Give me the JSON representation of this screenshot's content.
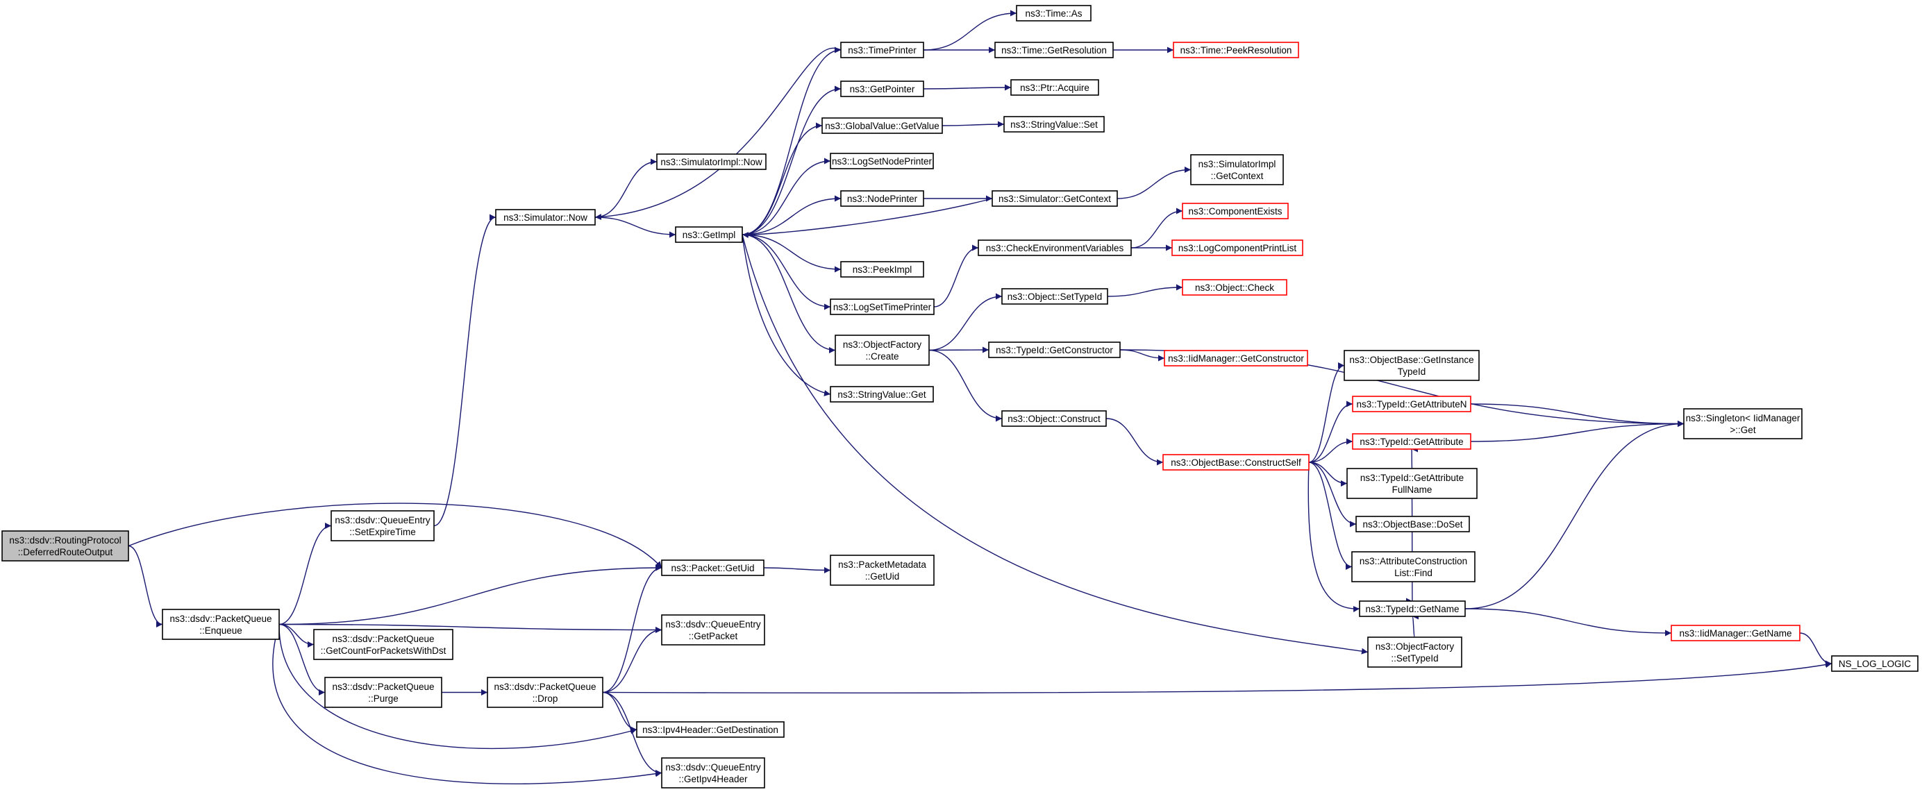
{
  "graph_title": "",
  "colors": {
    "edge": "#191970",
    "node_border": "#000000",
    "external_border": "#ff0000",
    "root_fill": "#bfbfbf",
    "background": "#ffffff"
  },
  "nodes": [
    {
      "id": "root",
      "lines": [
        "ns3::dsdv::RoutingProtocol",
        "::DeferredRouteOutput"
      ],
      "kind": "root"
    },
    {
      "id": "enqueue",
      "lines": [
        "ns3::dsdv::PacketQueue",
        "::Enqueue"
      ],
      "kind": "normal"
    },
    {
      "id": "setexpire",
      "lines": [
        "ns3::dsdv::QueueEntry",
        "::SetExpireTime"
      ],
      "kind": "normal"
    },
    {
      "id": "getcount",
      "lines": [
        "ns3::dsdv::PacketQueue",
        "::GetCountForPacketsWithDst"
      ],
      "kind": "normal"
    },
    {
      "id": "purge",
      "lines": [
        "ns3::dsdv::PacketQueue",
        "::Purge"
      ],
      "kind": "normal"
    },
    {
      "id": "simnow",
      "lines": [
        "ns3::Simulator::Now"
      ],
      "kind": "normal"
    },
    {
      "id": "drop",
      "lines": [
        "ns3::dsdv::PacketQueue",
        "::Drop"
      ],
      "kind": "normal"
    },
    {
      "id": "simimplnow",
      "lines": [
        "ns3::SimulatorImpl::Now"
      ],
      "kind": "normal"
    },
    {
      "id": "getimpl",
      "lines": [
        "ns3::GetImpl"
      ],
      "kind": "normal"
    },
    {
      "id": "packetgetuid",
      "lines": [
        "ns3::Packet::GetUid"
      ],
      "kind": "normal"
    },
    {
      "id": "qegetpacket",
      "lines": [
        "ns3::dsdv::QueueEntry",
        "::GetPacket"
      ],
      "kind": "normal"
    },
    {
      "id": "ipv4getdest",
      "lines": [
        "ns3::Ipv4Header::GetDestination"
      ],
      "kind": "normal"
    },
    {
      "id": "qegetipv4",
      "lines": [
        "ns3::dsdv::QueueEntry",
        "::GetIpv4Header"
      ],
      "kind": "normal"
    },
    {
      "id": "timeprinter",
      "lines": [
        "ns3::TimePrinter"
      ],
      "kind": "normal"
    },
    {
      "id": "getpointer",
      "lines": [
        "ns3::GetPointer"
      ],
      "kind": "normal"
    },
    {
      "id": "gvgetvalue",
      "lines": [
        "ns3::GlobalValue::GetValue"
      ],
      "kind": "normal"
    },
    {
      "id": "logsetnodeprinter",
      "lines": [
        "ns3::LogSetNodePrinter"
      ],
      "kind": "normal"
    },
    {
      "id": "nodeprinter",
      "lines": [
        "ns3::NodePrinter"
      ],
      "kind": "normal"
    },
    {
      "id": "peekimpl",
      "lines": [
        "ns3::PeekImpl"
      ],
      "kind": "normal"
    },
    {
      "id": "logsettimeprinter",
      "lines": [
        "ns3::LogSetTimePrinter"
      ],
      "kind": "normal"
    },
    {
      "id": "ofcreate",
      "lines": [
        "ns3::ObjectFactory",
        "::Create"
      ],
      "kind": "normal"
    },
    {
      "id": "svget",
      "lines": [
        "ns3::StringValue::Get"
      ],
      "kind": "normal"
    },
    {
      "id": "pmgetuid",
      "lines": [
        "ns3::PacketMetadata",
        "::GetUid"
      ],
      "kind": "normal"
    },
    {
      "id": "timeas",
      "lines": [
        "ns3::Time::As"
      ],
      "kind": "normal"
    },
    {
      "id": "timegetres",
      "lines": [
        "ns3::Time::GetResolution"
      ],
      "kind": "normal"
    },
    {
      "id": "ptracquire",
      "lines": [
        "ns3::Ptr::Acquire"
      ],
      "kind": "normal"
    },
    {
      "id": "svset",
      "lines": [
        "ns3::StringValue::Set"
      ],
      "kind": "normal"
    },
    {
      "id": "simgetctx",
      "lines": [
        "ns3::Simulator::GetContext"
      ],
      "kind": "normal"
    },
    {
      "id": "checkenv",
      "lines": [
        "ns3::CheckEnvironmentVariables"
      ],
      "kind": "normal"
    },
    {
      "id": "objsettypeid",
      "lines": [
        "ns3::Object::SetTypeId"
      ],
      "kind": "normal"
    },
    {
      "id": "tidgetctor",
      "lines": [
        "ns3::TypeId::GetConstructor"
      ],
      "kind": "normal"
    },
    {
      "id": "objconstruct",
      "lines": [
        "ns3::Object::Construct"
      ],
      "kind": "normal"
    },
    {
      "id": "ofsettypeid",
      "lines": [
        "ns3::ObjectFactory",
        "::SetTypeId"
      ],
      "kind": "normal"
    },
    {
      "id": "timepeekres",
      "lines": [
        "ns3::Time::PeekResolution"
      ],
      "kind": "ext"
    },
    {
      "id": "simimplgetctx",
      "lines": [
        "ns3::SimulatorImpl",
        "::GetContext"
      ],
      "kind": "normal"
    },
    {
      "id": "compexists",
      "lines": [
        "ns3::ComponentExists"
      ],
      "kind": "ext"
    },
    {
      "id": "logcompprint",
      "lines": [
        "ns3::LogComponentPrintList"
      ],
      "kind": "ext"
    },
    {
      "id": "objcheck",
      "lines": [
        "ns3::Object::Check"
      ],
      "kind": "ext"
    },
    {
      "id": "iidgetctor",
      "lines": [
        "ns3::IidManager::GetConstructor"
      ],
      "kind": "ext"
    },
    {
      "id": "obconstructself",
      "lines": [
        "ns3::ObjectBase::ConstructSelf"
      ],
      "kind": "ext"
    },
    {
      "id": "obgetinst",
      "lines": [
        "ns3::ObjectBase::GetInstance",
        "TypeId"
      ],
      "kind": "normal"
    },
    {
      "id": "tidgetattrn",
      "lines": [
        "ns3::TypeId::GetAttributeN"
      ],
      "kind": "ext"
    },
    {
      "id": "tidgetattr",
      "lines": [
        "ns3::TypeId::GetAttribute"
      ],
      "kind": "ext"
    },
    {
      "id": "tidgetattrfull",
      "lines": [
        "ns3::TypeId::GetAttribute",
        "FullName"
      ],
      "kind": "normal"
    },
    {
      "id": "obdoset",
      "lines": [
        "ns3::ObjectBase::DoSet"
      ],
      "kind": "normal"
    },
    {
      "id": "acfind",
      "lines": [
        "ns3::AttributeConstruction",
        "List::Find"
      ],
      "kind": "normal"
    },
    {
      "id": "tidgetname",
      "lines": [
        "ns3::TypeId::GetName"
      ],
      "kind": "normal"
    },
    {
      "id": "singletonget",
      "lines": [
        "ns3::Singleton< IidManager",
        ">::Get"
      ],
      "kind": "normal"
    },
    {
      "id": "iidgetname",
      "lines": [
        "ns3::IidManager::GetName"
      ],
      "kind": "ext"
    },
    {
      "id": "nslog",
      "lines": [
        "NS_LOG_LOGIC"
      ],
      "kind": "normal"
    }
  ]
}
